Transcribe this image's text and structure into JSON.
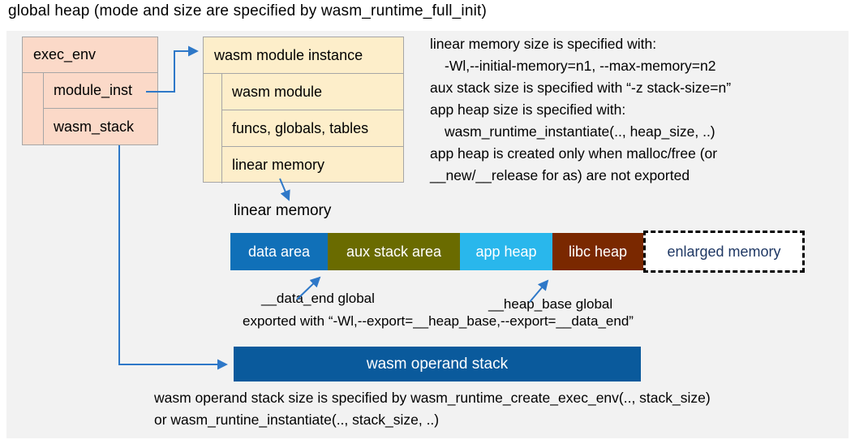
{
  "title": "global heap (mode and size are specified by wasm_runtime_full_init)",
  "exec_env": {
    "header": "exec_env",
    "rows": [
      "module_inst",
      "wasm_stack"
    ]
  },
  "module_instance": {
    "header": "wasm module instance",
    "rows": [
      "wasm module",
      "funcs, globals, tables",
      "linear memory"
    ]
  },
  "notes_right": [
    "linear memory size is specified with:",
    "-Wl,--initial-memory=n1, --max-memory=n2",
    "aux stack size is specified with “-z stack-size=n”",
    "app heap size is specified with:",
    "wasm_runtime_instantiate(.., heap_size, ..)",
    "app heap is created only when malloc/free (or",
    "__new/__release for as) are not exported"
  ],
  "linear_memory": {
    "label": "linear memory",
    "segments": [
      {
        "label": "data area",
        "color": "#1070b8",
        "text_color": "#ffffff"
      },
      {
        "label": "aux stack area",
        "color": "#6a6b00",
        "text_color": "#ffffff"
      },
      {
        "label": "app heap",
        "color": "#29b7ec",
        "text_color": "#ffffff"
      },
      {
        "label": "libc heap",
        "color": "#7a2800",
        "text_color": "#ffffff"
      },
      {
        "label": "enlarged memory",
        "color": "#ffffff",
        "text_color": "#1f3864",
        "border": "dashed"
      }
    ],
    "data_end_label": "__data_end global",
    "heap_base_label": "__heap_base global",
    "export_note": "exported with “-Wl,--export=__heap_base,--export=__data_end”"
  },
  "operand_stack": {
    "label": "wasm operand stack",
    "color": "#0a5a9c"
  },
  "notes_bottom": [
    "wasm operand stack size is specified by wasm_runtime_create_exec_env(.., stack_size)",
    "or wasm_runtine_instantiate(.., stack_size, ..)"
  ],
  "colors": {
    "panel_bg": "#f2f2f2",
    "exec_env_fill": "#fbd9c8",
    "module_instance_fill": "#fdeeca",
    "box_border": "#a6a6a6",
    "connector_blue": "#2e78c8",
    "enlarged_memory_text": "#1f3864"
  }
}
